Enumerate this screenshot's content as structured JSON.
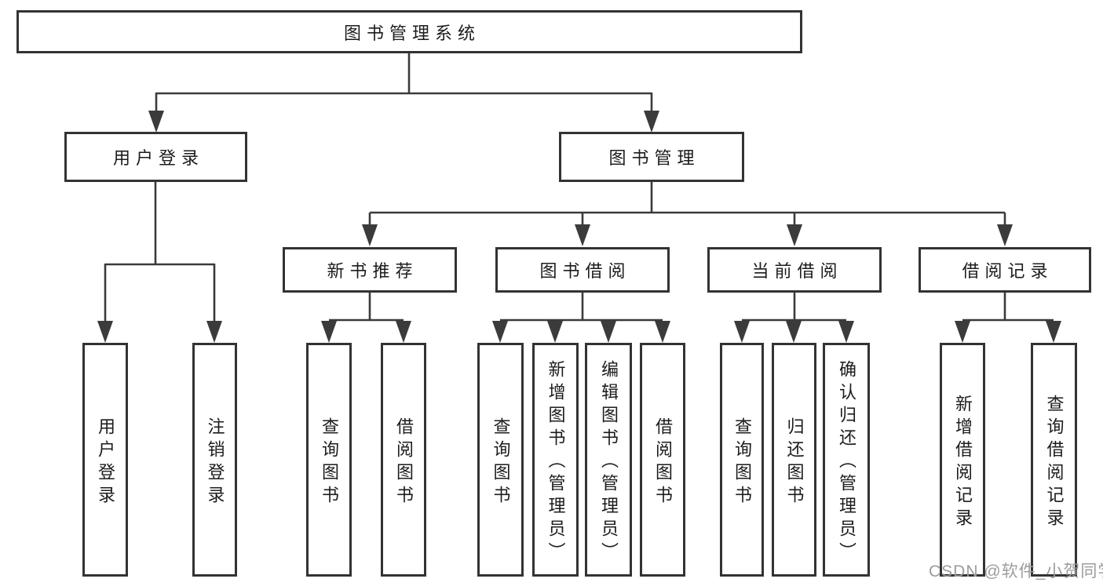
{
  "nodes": {
    "root": {
      "label": "图书管理系统"
    },
    "user_login": {
      "label": "用户登录"
    },
    "book_management": {
      "label": "图书管理"
    },
    "new_book_recommend": {
      "label": "新书推荐"
    },
    "book_borrowing": {
      "label": "图书借阅"
    },
    "current_borrowing": {
      "label": "当前借阅"
    },
    "borrowing_records": {
      "label": "借阅记录"
    }
  },
  "leaves": [
    {
      "label": "用户登录",
      "parent": "用户登录"
    },
    {
      "label": "注销登录",
      "parent": "用户登录"
    },
    {
      "label": "查询图书",
      "parent": "新书推荐"
    },
    {
      "label": "借阅图书",
      "parent": "新书推荐"
    },
    {
      "label": "查询图书",
      "parent": "图书借阅"
    },
    {
      "label": "新增图书（管理员）",
      "parent": "图书借阅"
    },
    {
      "label": "编辑图书（管理员）",
      "parent": "图书借阅"
    },
    {
      "label": "借阅图书",
      "parent": "图书借阅"
    },
    {
      "label": "查询图书",
      "parent": "当前借阅"
    },
    {
      "label": "归还图书",
      "parent": "当前借阅"
    },
    {
      "label": "确认归还（管理员）",
      "parent": "当前借阅"
    },
    {
      "label": "新增借阅记录",
      "parent": "借阅记录"
    },
    {
      "label": "查询借阅记录",
      "parent": "借阅记录"
    }
  ],
  "watermark": {
    "text": "CSDN @软件_小贺同学"
  },
  "colors": {
    "line": "#3b3b3b",
    "border": "#333333",
    "text": "#1c1c1c",
    "watermark": "#9c9c9c",
    "background": "#ffffff"
  }
}
